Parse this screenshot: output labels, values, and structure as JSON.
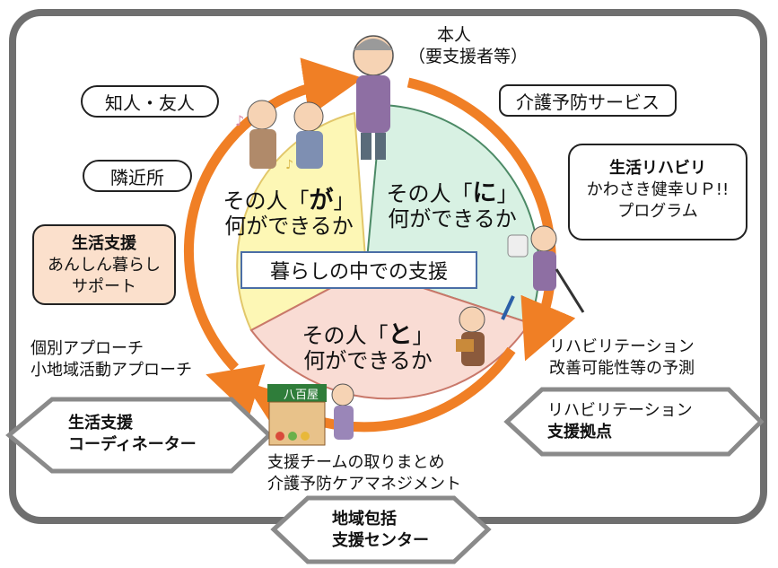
{
  "colors": {
    "frame": "#6f6f6f",
    "arrow": "#f07f25",
    "yellow_sector": "#fdf7b5",
    "green_sector": "#d8f1e3",
    "pink_sector": "#f9dcd4",
    "orange_box": "#fbe0cc",
    "hex_fill": "#ffffff",
    "center_border": "#4a6ea6"
  },
  "person": {
    "title": "本人",
    "subtitle": "（要支援者等）"
  },
  "center": "暮らしの中での支援",
  "sectors": {
    "ga": {
      "prefix": "その人「",
      "particle": "が",
      "suffix": "」",
      "line2": "何ができるか"
    },
    "ni": {
      "prefix": "その人「",
      "particle": "に",
      "suffix": "」",
      "line2": "何ができるか"
    },
    "to": {
      "prefix": "その人「",
      "particle": "と",
      "suffix": "」",
      "line2": "何ができるか"
    }
  },
  "left_items": {
    "chijin": "知人・友人",
    "kinjo": "隣近所",
    "seikatsu_shien": {
      "title": "生活支援",
      "line2": "あんしん暮らし",
      "line3": "サポート"
    },
    "approach1": "個別アプローチ",
    "approach2": "小地域活動アプローチ"
  },
  "right_items": {
    "kaigo_yobo": "介護予防サービス",
    "seikatsu_reha": {
      "title": "生活リハビリ",
      "line2": "かわさき健幸ＵＰ!!",
      "line3": "プログラム"
    },
    "reha1": "リハビリテーション",
    "reha2": "改善可能性等の予測"
  },
  "bottom_items": {
    "team1": "支援チームの取りまとめ",
    "team2": "介護予防ケアマネジメント"
  },
  "hexagons": {
    "coordinator": {
      "line1": "生活支援",
      "line2": "コーディネーター"
    },
    "reha_kyoten": {
      "line1": "リハビリテーション",
      "line2": "支援拠点"
    },
    "houkatsu": {
      "line1": "地域包括",
      "line2": "支援センター"
    }
  },
  "shop_sign": "八百屋",
  "icons": [
    "elderly-woman-icon",
    "singing-seniors-icon",
    "toilet-exercise-icon",
    "basket-walker-icon",
    "grocery-shop-icon"
  ]
}
